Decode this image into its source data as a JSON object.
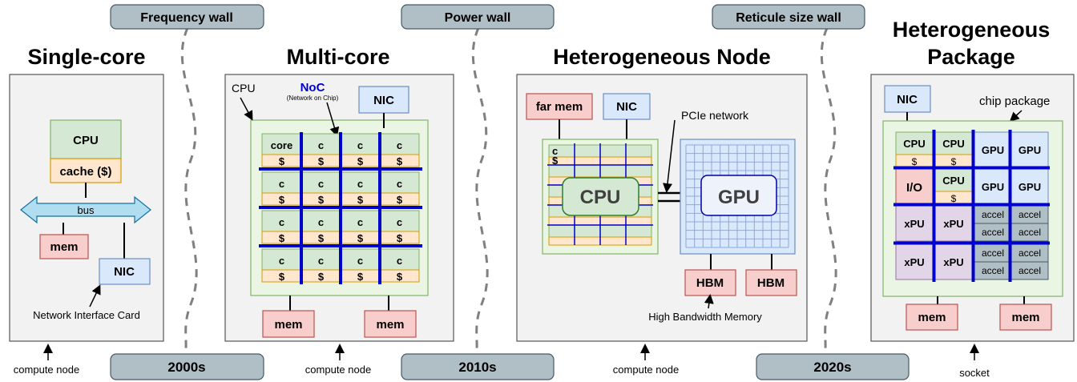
{
  "walls": {
    "frequency": "Frequency wall",
    "power": "Power wall",
    "reticule": "Reticule size wall"
  },
  "eras": {
    "e2000s": "2000s",
    "e2010s": "2010s",
    "e2020s": "2020s"
  },
  "single_core": {
    "title": "Single-core",
    "cpu": "CPU",
    "cache": "cache ($)",
    "bus": "bus",
    "mem": "mem",
    "nic": "NIC",
    "nic_caption": "Network Interface Card",
    "footer": "compute node"
  },
  "multi_core": {
    "title": "Multi-core",
    "cpu_label": "CPU",
    "noc": "NoC",
    "noc_sub": "(Network on Chip)",
    "nic": "NIC",
    "core": "core",
    "c": "c",
    "dollar": "$",
    "mem": "mem",
    "footer": "compute node"
  },
  "hetero_node": {
    "title": "Heterogeneous Node",
    "far_mem": "far mem",
    "nic": "NIC",
    "pcie": "PCIe network",
    "c": "c",
    "dollar": "$",
    "cpu": "CPU",
    "gpu": "GPU",
    "hbm": "HBM",
    "hbm_caption": "High Bandwidth Memory",
    "footer": "compute node"
  },
  "hetero_pkg": {
    "title_line1": "Heterogeneous",
    "title_line2": "Package",
    "nic": "NIC",
    "chip_package": "chip package",
    "cpu": "CPU",
    "dollar": "$",
    "gpu": "GPU",
    "io": "I/O",
    "xpu": "xPU",
    "accel": "accel",
    "mem": "mem",
    "footer": "socket"
  }
}
